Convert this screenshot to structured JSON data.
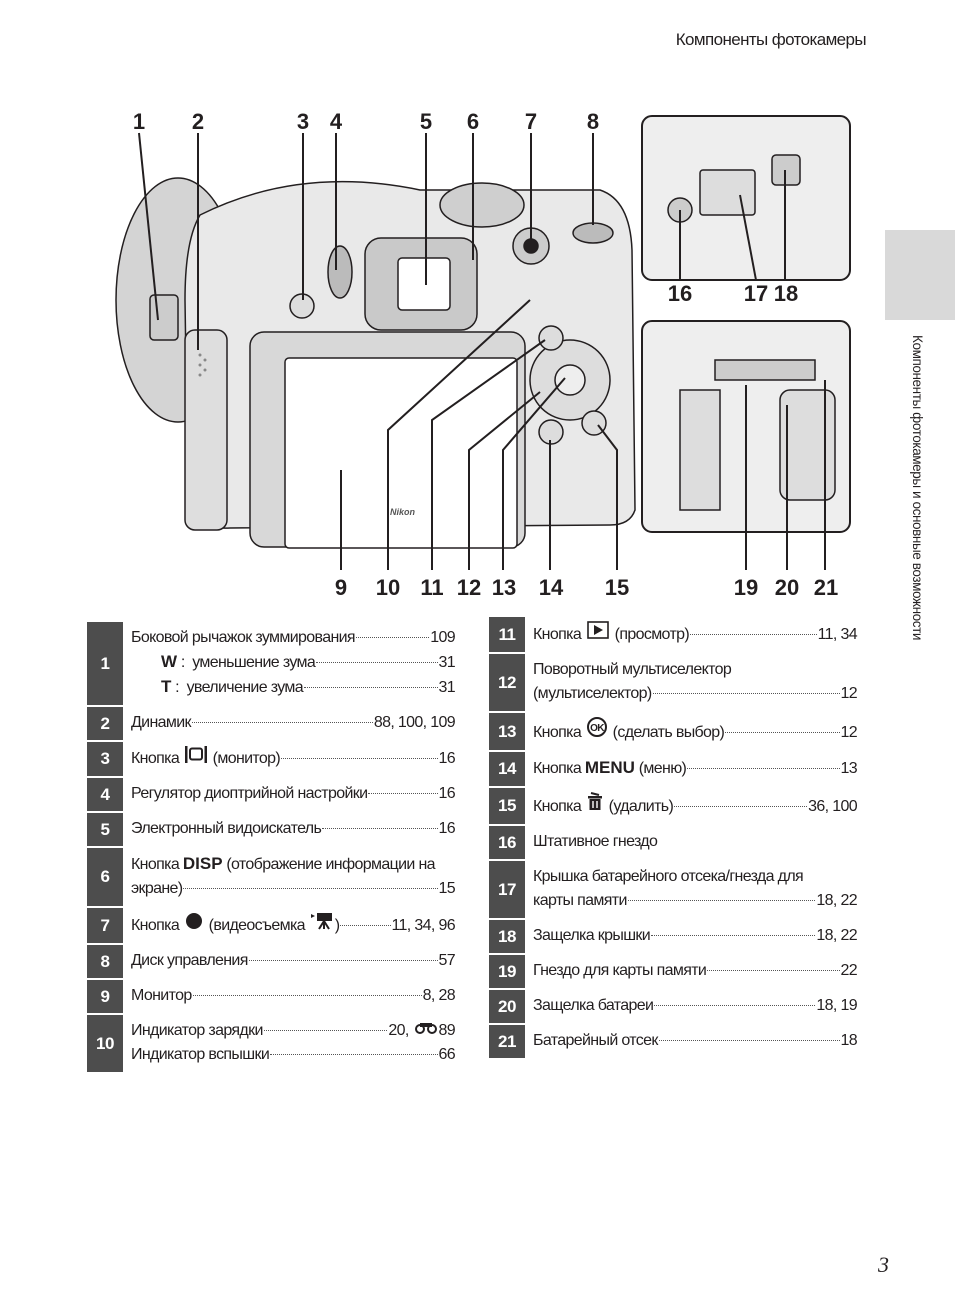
{
  "header": {
    "title": "Компоненты фотокамеры"
  },
  "side_tab": {
    "text": "Компоненты фотокамеры и основные возможности"
  },
  "page_number": "3",
  "diagram": {
    "callouts_top": [
      "1",
      "2",
      "3",
      "4",
      "5",
      "6",
      "7",
      "8"
    ],
    "callouts_inset_top": [
      "16",
      "17",
      "18"
    ],
    "callouts_bottom": [
      "9",
      "10",
      "11",
      "12",
      "13",
      "14",
      "15"
    ],
    "callouts_inset_bottom": [
      "19",
      "20",
      "21"
    ],
    "camera_brand": "Nikon"
  },
  "left_table": [
    {
      "num": "1",
      "lines": [
        {
          "parts": [
            {
              "t": "Боковой рычажок зуммирования"
            }
          ],
          "pages": "109"
        },
        {
          "indent": true,
          "parts": [
            {
              "b": "W"
            },
            {
              "t": " :  уменьшение зума"
            }
          ],
          "pages": "31"
        },
        {
          "indent": true,
          "parts": [
            {
              "b": "T"
            },
            {
              "t": " :  увеличение зума"
            }
          ],
          "pages": "31"
        }
      ]
    },
    {
      "num": "2",
      "lines": [
        {
          "parts": [
            {
              "t": "Динамик"
            }
          ],
          "pages": "88, 100, 109"
        }
      ]
    },
    {
      "num": "3",
      "lines": [
        {
          "parts": [
            {
              "t": "Кнопка "
            },
            {
              "icon": "monitor-button-icon"
            },
            {
              "t": " (монитор)"
            }
          ],
          "pages": "16"
        }
      ]
    },
    {
      "num": "4",
      "lines": [
        {
          "parts": [
            {
              "t": "Регулятор диоптрийной настройки"
            }
          ],
          "pages": "16"
        }
      ]
    },
    {
      "num": "5",
      "lines": [
        {
          "parts": [
            {
              "t": "Электронный видоискатель"
            }
          ],
          "pages": "16"
        }
      ]
    },
    {
      "num": "6",
      "lines": [
        {
          "parts": [
            {
              "t": "Кнопка "
            },
            {
              "b": "DISP"
            },
            {
              "t": " (отображение информации на"
            }
          ]
        },
        {
          "parts": [
            {
              "t": "экране)"
            }
          ],
          "pages": "15"
        }
      ]
    },
    {
      "num": "7",
      "lines": [
        {
          "parts": [
            {
              "t": "Кнопка "
            },
            {
              "icon": "record-dot-icon"
            },
            {
              "t": " (видеосъемка "
            },
            {
              "icon": "movie-icon"
            },
            {
              "t": ")"
            }
          ],
          "pages": "11, 34, 96"
        }
      ]
    },
    {
      "num": "8",
      "lines": [
        {
          "parts": [
            {
              "t": "Диск управления"
            }
          ],
          "pages": "57"
        }
      ]
    },
    {
      "num": "9",
      "lines": [
        {
          "parts": [
            {
              "t": "Монитор"
            }
          ],
          "pages": "8, 28"
        }
      ]
    },
    {
      "num": "10",
      "lines": [
        {
          "parts": [
            {
              "t": "Индикатор зарядки"
            }
          ],
          "pages": "20, ",
          "icon_after": "reference-icon",
          "pages2": "89"
        },
        {
          "parts": [
            {
              "t": "Индикатор вспышки"
            }
          ],
          "pages": "66"
        }
      ]
    }
  ],
  "right_table": [
    {
      "num": "11",
      "lines": [
        {
          "parts": [
            {
              "t": "Кнопка "
            },
            {
              "icon": "play-icon"
            },
            {
              "t": " (просмотр)"
            }
          ],
          "pages": "11, 34"
        }
      ]
    },
    {
      "num": "12",
      "lines": [
        {
          "parts": [
            {
              "t": "Поворотный мультиселектор"
            }
          ]
        },
        {
          "parts": [
            {
              "t": "(мультиселектор)"
            }
          ],
          "pages": "12"
        }
      ]
    },
    {
      "num": "13",
      "lines": [
        {
          "parts": [
            {
              "t": "Кнопка "
            },
            {
              "icon": "ok-icon"
            },
            {
              "t": " (сделать выбор)"
            }
          ],
          "pages": "12"
        }
      ]
    },
    {
      "num": "14",
      "lines": [
        {
          "parts": [
            {
              "t": "Кнопка "
            },
            {
              "b": "MENU"
            },
            {
              "t": " (меню)"
            }
          ],
          "pages": "13"
        }
      ]
    },
    {
      "num": "15",
      "lines": [
        {
          "parts": [
            {
              "t": "Кнопка "
            },
            {
              "icon": "trash-icon"
            },
            {
              "t": " (удалить)"
            }
          ],
          "pages": "36, 100"
        }
      ]
    },
    {
      "num": "16",
      "lines": [
        {
          "parts": [
            {
              "t": "Штативное гнездо"
            }
          ]
        }
      ]
    },
    {
      "num": "17",
      "lines": [
        {
          "parts": [
            {
              "t": "Крышка батарейного отсека/гнезда для"
            }
          ]
        },
        {
          "parts": [
            {
              "t": "карты памяти"
            }
          ],
          "pages": "18, 22"
        }
      ]
    },
    {
      "num": "18",
      "lines": [
        {
          "parts": [
            {
              "t": "Защелка крышки"
            }
          ],
          "pages": "18, 22"
        }
      ]
    },
    {
      "num": "19",
      "lines": [
        {
          "parts": [
            {
              "t": "Гнездо для карты памяти"
            }
          ],
          "pages": "22"
        }
      ]
    },
    {
      "num": "20",
      "lines": [
        {
          "parts": [
            {
              "t": "Защелка батареи"
            }
          ],
          "pages": "18, 19"
        }
      ]
    },
    {
      "num": "21",
      "lines": [
        {
          "parts": [
            {
              "t": "Батарейный отсек"
            }
          ],
          "pages": "18"
        }
      ]
    }
  ],
  "colors": {
    "number_cell": "#4d4d4d",
    "side_tab": "#d9d9d9",
    "text": "#231f20"
  }
}
